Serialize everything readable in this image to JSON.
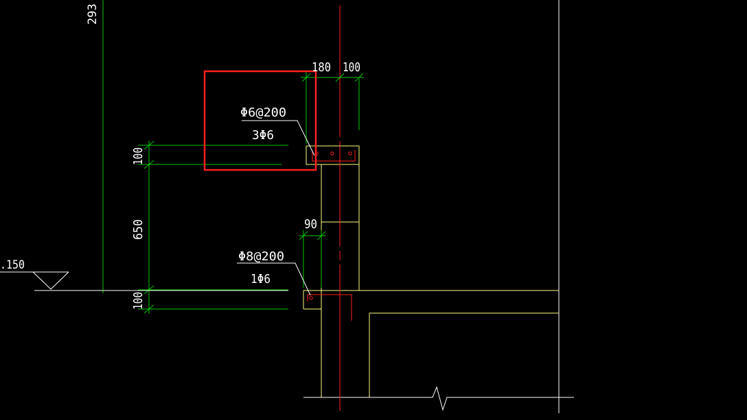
{
  "drawing": {
    "elevation_label": ".150",
    "top_left_dim": "293",
    "dims": {
      "d180": "180",
      "d100_top": "100",
      "d100_left_upper": "100",
      "d650": "650",
      "d100_left_lower": "100",
      "d90": "90"
    },
    "callouts": {
      "upper_stirrup": "Φ6@200",
      "upper_bars": "3Φ6",
      "lower_stirrup": "Φ8@200",
      "lower_bars": "1Φ6"
    }
  },
  "colors": {
    "background": "#000000",
    "structure": "#ffff80",
    "dimension": "#00c800",
    "axis": "#ff2020",
    "text": "#ffffff",
    "highlight": "#ff2020",
    "rebar": "#ff2020"
  }
}
